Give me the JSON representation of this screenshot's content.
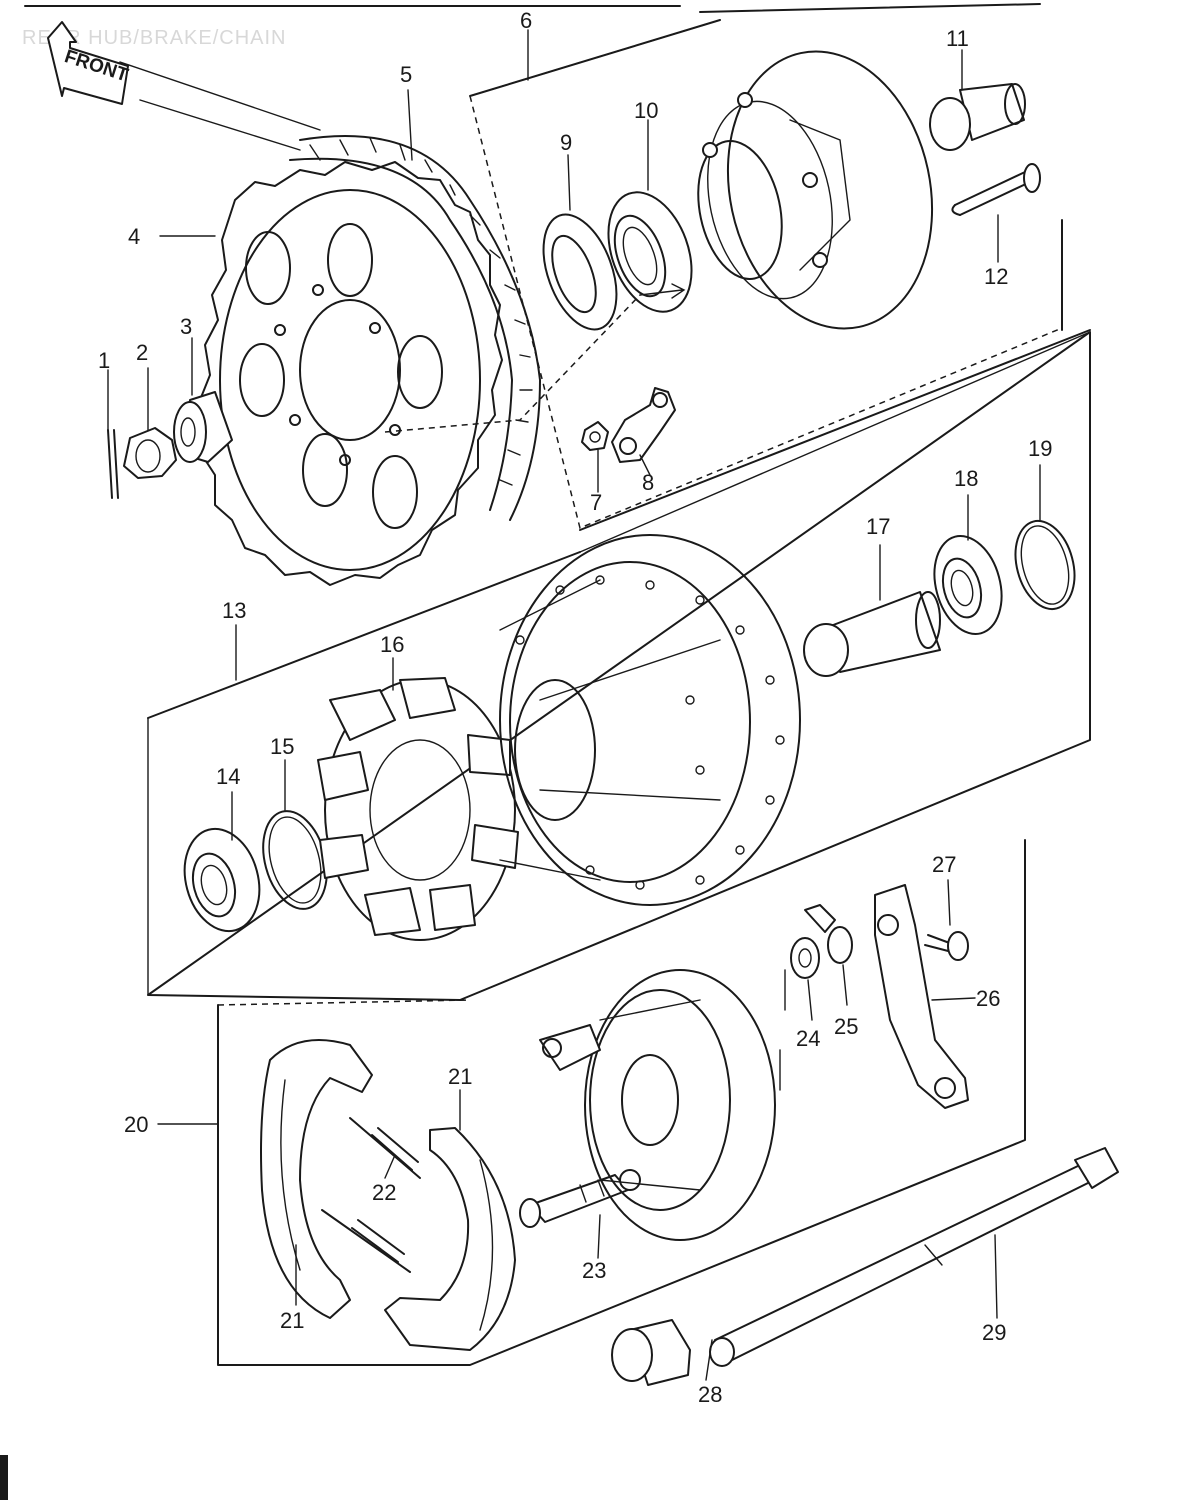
{
  "diagram": {
    "title": "REAR HUB/BRAKE/CHAIN",
    "front_label": "FRONT",
    "part_numbers": [
      "1",
      "2",
      "3",
      "4",
      "5",
      "6",
      "7",
      "8",
      "9",
      "10",
      "11",
      "12",
      "13",
      "14",
      "15",
      "16",
      "17",
      "18",
      "19",
      "20",
      "21",
      "21",
      "22",
      "23",
      "24",
      "25",
      "26",
      "27",
      "28",
      "29"
    ]
  }
}
